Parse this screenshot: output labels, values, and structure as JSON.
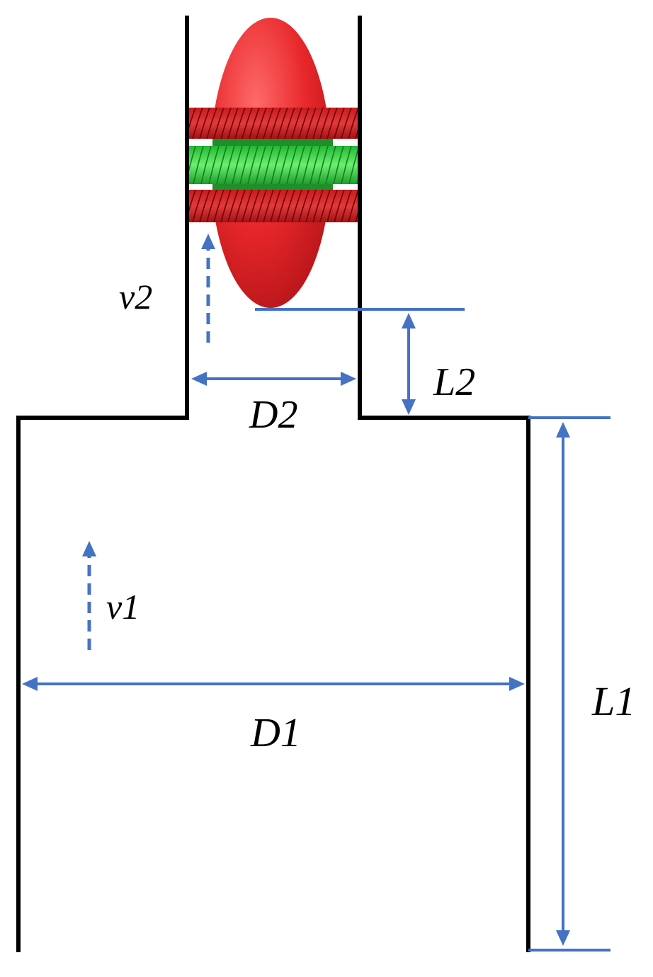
{
  "labels": {
    "v2": "v2",
    "v1": "v1",
    "D2": "D2",
    "L2": "L2",
    "D1": "D1",
    "L1": "L1"
  },
  "colors": {
    "wall": "#000000",
    "dimension": "#4472C4",
    "bubble": "#E8282B",
    "bubble_band": "#D21E22",
    "core_band": "#2ECC40"
  }
}
